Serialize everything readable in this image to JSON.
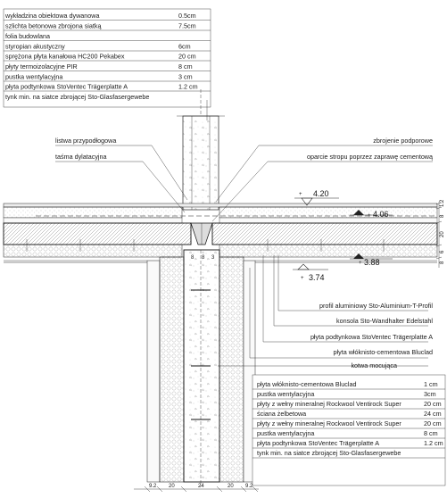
{
  "top_layers": [
    {
      "name": "wykładzina obiektowa dywanowa",
      "value": "0.5cm"
    },
    {
      "name": "szlichta betonowa zbrojona  siatką",
      "value": "7.5cm"
    },
    {
      "name": "folia budowlana",
      "value": ""
    },
    {
      "name": "styropian akustyczny",
      "value": "6cm"
    },
    {
      "name": "sprężona płyta kanałowa HC200 Pekabex",
      "value": "20 cm"
    },
    {
      "name": "płyty termoizolacyjne PIR",
      "value": "8 cm"
    },
    {
      "name": "pustka wentylacyjna",
      "value": "3 cm"
    },
    {
      "name": "płyta podtynkowa StoVentec Trägerplatte A",
      "value": "1.2 cm"
    },
    {
      "name": "tynk min. na siatce zbrojącej Sto-Glasfasergewebe",
      "value": ""
    }
  ],
  "bottom_layers": [
    {
      "name": "płyta włóknisto-cementowa Bluclad",
      "value": "1 cm"
    },
    {
      "name": "pustka wentylacyjna",
      "value": "3cm"
    },
    {
      "name": "płyty z wełny mineralnej Rockwool  Ventirock Super",
      "value": "20 cm"
    },
    {
      "name": "ściana żelbetowa",
      "value": "24 cm"
    },
    {
      "name": "płyty z wełny mineralnej Rockwool Ventirock Super",
      "value": "20 cm"
    },
    {
      "name": "pustka wentylacyjna",
      "value": "8 cm"
    },
    {
      "name": "płyta podtynkowa StoVentec Trägerplatte A",
      "value": "1.2 cm"
    },
    {
      "name": "tynk min. na siatce zbrojącej Sto-Glasfasergewebe",
      "value": ""
    }
  ],
  "callouts": {
    "listwa": "listwa przypodłogowa",
    "tasma": "taśma dylatacyjna",
    "zbrojenie": "zbrojenie podporowe",
    "oparcie": "oparcie stropu poprzez zaprawę cementową",
    "profil": "profil aluminiowy Sto-Aluminium-T-Profil",
    "konsola": "konsola Sto-Wandhalter Edelstahl",
    "plyta_podtynkowa": "płyta podtynkowa StoVentec Trägerplatte A",
    "plyta_wloknisto": "płyta włóknisto-cementowa Bluclad",
    "kotwa": "kotwa mocująca"
  },
  "levels": {
    "l1": "4.20",
    "l2": "4.06",
    "l3": "3.88",
    "l4": "3.74",
    "plus": "+"
  },
  "dims_bottom": [
    "9.2",
    "20",
    "24",
    "20",
    "9.2"
  ],
  "dims_right": [
    "1.2",
    "8",
    "20",
    "6",
    "8"
  ],
  "dims_top_small": [
    "8",
    "8",
    "3"
  ]
}
